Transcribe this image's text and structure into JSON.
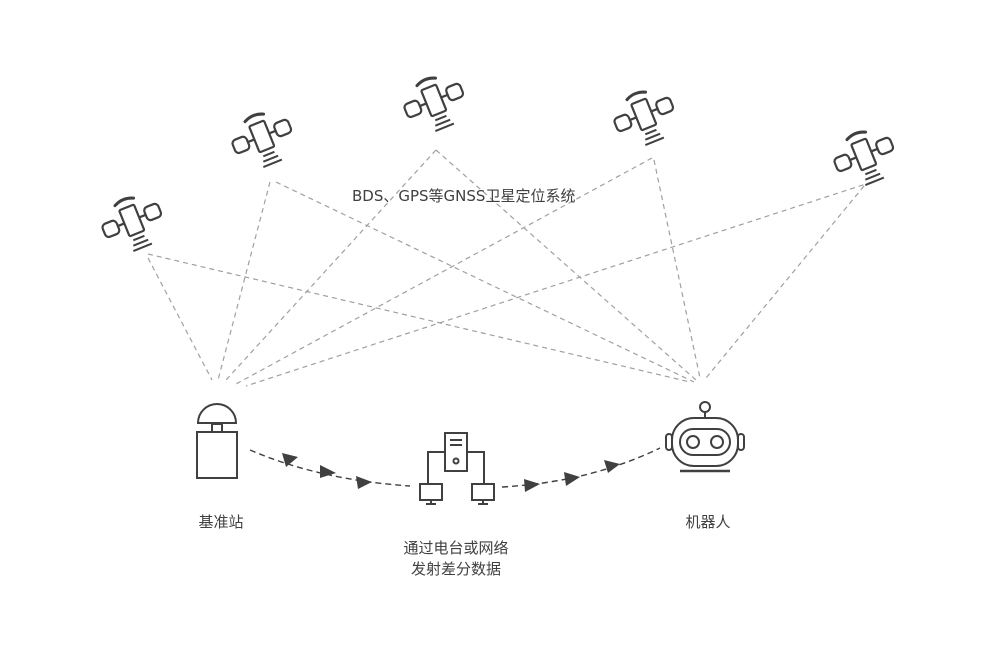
{
  "system_label": "BDS、GPS等GNSS卫星定位系统",
  "nodes": {
    "base_station": "基准站",
    "robot": "机器人",
    "network_line1": "通过电台或网络",
    "network_line2": "发射差分数据"
  },
  "colors": {
    "stroke": "#404040",
    "dash": "#a0a0a0",
    "arrow": "#404040"
  },
  "satellite_count": 5
}
